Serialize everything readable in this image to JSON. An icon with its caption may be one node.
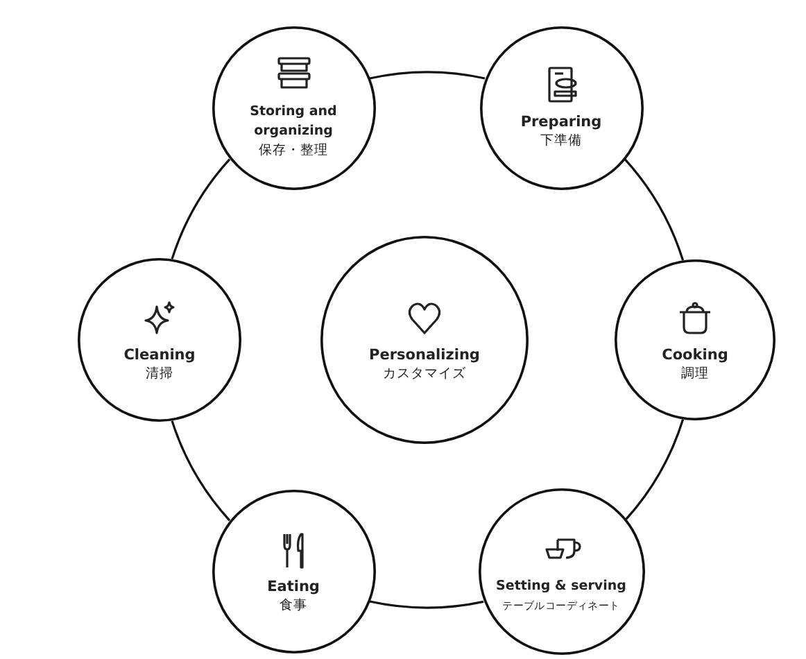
{
  "diagram": {
    "nodes": [
      {
        "text": [
          "Storing and organizing",
          "保存・整理"
        ]
      },
      {
        "text": [
          "Preparing",
          "下準備"
        ]
      },
      {
        "text": [
          "Cleaning",
          "清掃"
        ]
      },
      {
        "text": [
          "Personalizing",
          "カスタマイズ"
        ]
      },
      {
        "text": [
          "Cooking",
          "調理"
        ]
      },
      {
        "text": [
          "Eating",
          "食事"
        ]
      },
      {
        "text": [
          "Setting & serving",
          "テーブルコーディネート"
        ]
      }
    ],
    "edges": [
      {
        "from": 0,
        "to": 1,
        "arrow": "none"
      },
      {
        "from": 1,
        "to": 4,
        "arrow": "none"
      },
      {
        "from": 4,
        "to": 6,
        "arrow": "none"
      },
      {
        "from": 6,
        "to": 5,
        "arrow": "none"
      },
      {
        "from": 5,
        "to": 2,
        "arrow": "none"
      },
      {
        "from": 2,
        "to": 0,
        "arrow": "none"
      }
    ]
  }
}
